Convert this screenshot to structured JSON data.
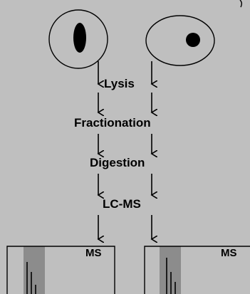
{
  "steps": {
    "lysis": "Lysis",
    "fractionation": "Fractionation",
    "digestion": "Digestion",
    "lcms": "LC-MS"
  },
  "panels": {
    "left_label": "MS",
    "right_label": "MS"
  },
  "colors": {
    "background": "#bfbfbf",
    "stroke": "#000000",
    "highlight": "#8c8c8c"
  }
}
